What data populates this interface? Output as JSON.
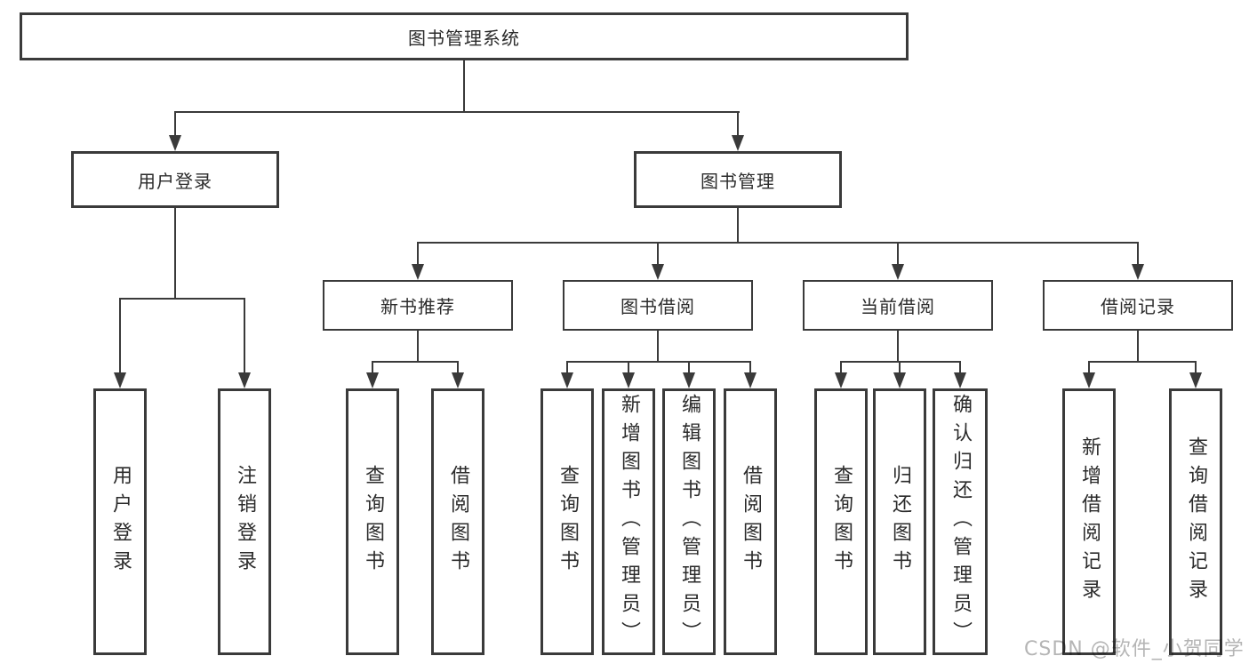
{
  "diagram": {
    "type": "hierarchy-tree",
    "colors": {
      "line": "#3a3a3a",
      "border": "#3a3a3a",
      "text": "#2b2b2b",
      "watermark": "#b5b5b5",
      "background": "#ffffff"
    },
    "watermark": "CSDN @软件_小贺同学",
    "nodes": {
      "root": {
        "label": "图书管理系统",
        "parent": null
      },
      "user_login": {
        "label": "用户登录",
        "parent": "root"
      },
      "book_management": {
        "label": "图书管理",
        "parent": "root"
      },
      "user_login_leaf": {
        "label": "用户登录",
        "parent": "user_login"
      },
      "logout_leaf": {
        "label": "注销登录",
        "parent": "user_login"
      },
      "new_book_rec": {
        "label": "新书推荐",
        "parent": "book_management"
      },
      "book_borrow": {
        "label": "图书借阅",
        "parent": "book_management"
      },
      "current_borrow": {
        "label": "当前借阅",
        "parent": "book_management"
      },
      "borrow_records": {
        "label": "借阅记录",
        "parent": "book_management"
      },
      "query_books_1": {
        "label": "查询图书",
        "parent": "new_book_rec"
      },
      "borrow_books_1": {
        "label": "借阅图书",
        "parent": "new_book_rec"
      },
      "query_books_2": {
        "label": "查询图书",
        "parent": "book_borrow"
      },
      "add_books": {
        "label": "新增图书（管理员）",
        "parent": "book_borrow"
      },
      "edit_books": {
        "label": "编辑图书（管理员）",
        "parent": "book_borrow"
      },
      "borrow_books_2": {
        "label": "借阅图书",
        "parent": "book_borrow"
      },
      "query_books_3": {
        "label": "查询图书",
        "parent": "current_borrow"
      },
      "return_books": {
        "label": "归还图书",
        "parent": "current_borrow"
      },
      "confirm_return": {
        "label": "确认归还（管理员）",
        "parent": "current_borrow"
      },
      "add_borrow_record": {
        "label": "新增借阅记录",
        "parent": "borrow_records"
      },
      "query_borrow_record": {
        "label": "查询借阅记录",
        "parent": "borrow_records"
      }
    }
  }
}
